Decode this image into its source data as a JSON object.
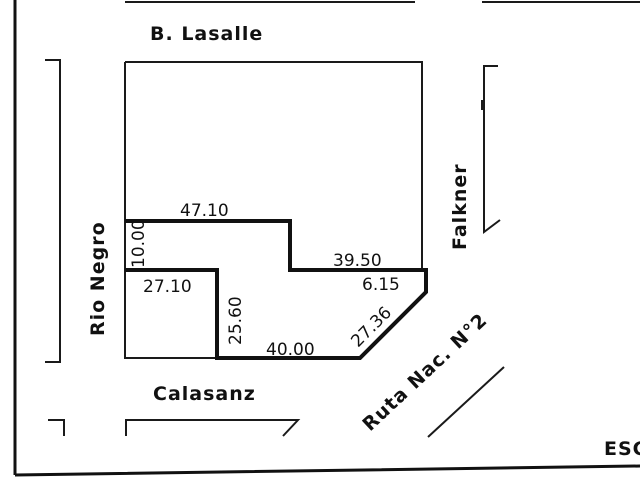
{
  "streets": {
    "north": "B. Lasalle",
    "west": "Rio Negro",
    "east": "Falkner",
    "south": "Calasanz",
    "diagonal": "Ruta Nac. N°2",
    "corner_partial": "ESC"
  },
  "measurements": {
    "m_47_10": "47.10",
    "m_10_00": "10.00",
    "m_27_10": "27.10",
    "m_25_60": "25.60",
    "m_40_00": "40.00",
    "m_39_50": "39.50",
    "m_6_15": "6.15",
    "m_27_36": "27.36"
  },
  "colors": {
    "ink": "#111111",
    "paper": "#ffffff"
  }
}
